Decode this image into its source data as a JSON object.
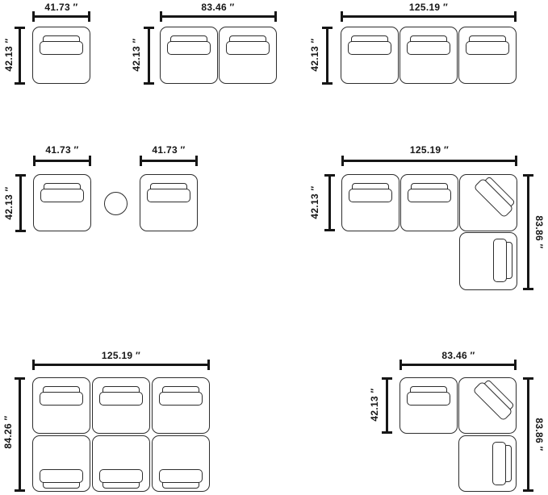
{
  "page": {
    "background": "#ffffff",
    "line_color": "#161616",
    "module_border_color": "#2d2d2d",
    "unit": "″"
  },
  "configs": [
    {
      "id": "single-module",
      "pieces": 1,
      "width_label": "41.73 ″",
      "height_label": "42.13 ″"
    },
    {
      "id": "two-module-row",
      "pieces": 2,
      "width_label": "83.46 ″",
      "height_label": "42.13 ″"
    },
    {
      "id": "three-module-row",
      "pieces": 3,
      "width_label": "125.19 ″",
      "height_label": "42.13 ″"
    },
    {
      "id": "two-singles-with-round-table",
      "pieces": 2,
      "width_labels": [
        "41.73 ″",
        "41.73 ″"
      ],
      "height_label": "42.13 ″"
    },
    {
      "id": "l-sectional-four-piece",
      "pieces": 4,
      "width_label": "125.19 ″",
      "height_label_left": "42.13 ″",
      "height_label_right": "83.86 ″"
    },
    {
      "id": "six-module-grid",
      "pieces": 6,
      "width_label": "125.19 ″",
      "height_label": "84.26 ″"
    },
    {
      "id": "l-sectional-three-piece",
      "pieces": 3,
      "width_label": "83.46 ″",
      "height_label_left": "42.13 ″",
      "height_label_right": "83.86 ″"
    }
  ]
}
